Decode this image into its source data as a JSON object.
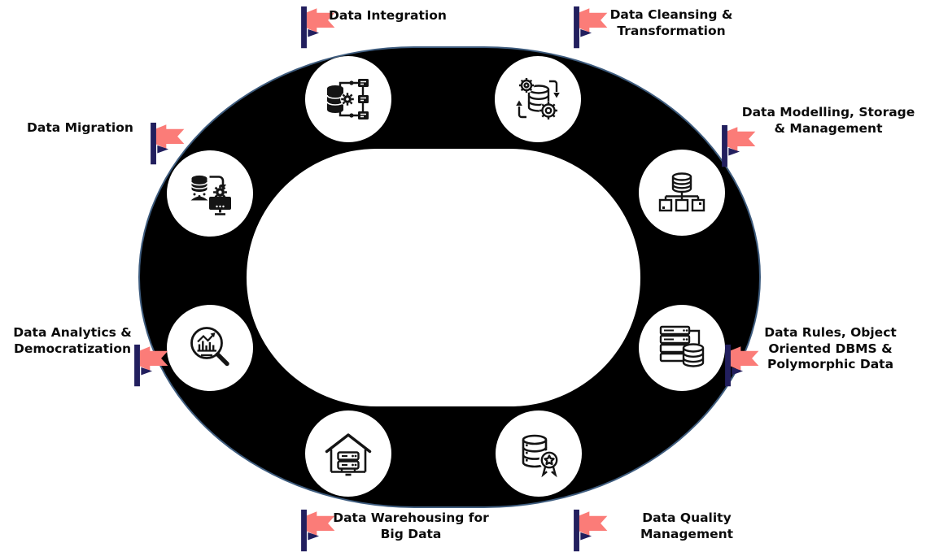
{
  "diagram": {
    "name": "Data lifecycle ring diagram",
    "shape": "black oval ring with 8 icon nodes and flag callouts"
  },
  "colors": {
    "ring": "#000000",
    "ring_outline": "#3e5c7e",
    "flag": "#fb7c78",
    "pole": "#221f5e",
    "text": "#0b0b0b",
    "icon": "#141414"
  },
  "items": [
    {
      "id": "integration",
      "icon": "database-integration-icon",
      "lines": [
        "Data Integration"
      ]
    },
    {
      "id": "cleansing",
      "icon": "gears-database-cycle-icon",
      "lines": [
        "Data Cleansing &",
        "Transformation"
      ]
    },
    {
      "id": "modelling",
      "icon": "database-hierarchy-icon",
      "lines": [
        "Data Modelling, Storage",
        "& Management"
      ]
    },
    {
      "id": "rules",
      "icon": "server-stack-database-icon",
      "lines": [
        "Data Rules, Object",
        "Oriented DBMS &",
        "Polymorphic Data"
      ]
    },
    {
      "id": "quality",
      "icon": "database-award-icon",
      "lines": [
        "Data Quality",
        "Management"
      ]
    },
    {
      "id": "warehousing",
      "icon": "warehouse-server-icon",
      "lines": [
        "Data Warehousing for",
        "Big Data"
      ]
    },
    {
      "id": "analytics",
      "icon": "magnifier-chart-icon",
      "lines": [
        "Data Analytics &",
        "Democratization"
      ]
    },
    {
      "id": "migration",
      "icon": "database-to-computer-icon",
      "lines": [
        "Data Migration"
      ]
    }
  ]
}
